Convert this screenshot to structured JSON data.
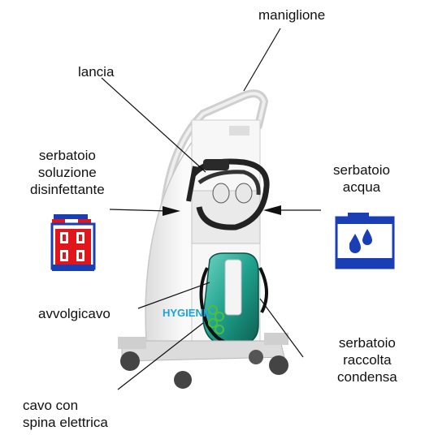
{
  "labels": {
    "maniglione": "maniglione",
    "lancia": "lancia",
    "serbatoio_disinf": [
      "serbatoio",
      "soluzione",
      "disinfettante"
    ],
    "serbatoio_acqua": [
      "serbatoio",
      "acqua"
    ],
    "avvolgicavo": "avvolgicavo",
    "serbatoio_condensa": [
      "serbatoio",
      "raccolta",
      "condensa"
    ],
    "cavo": [
      "cavo con",
      "spina elettrica"
    ]
  },
  "brand": {
    "logo_text": "HYGIENIO"
  },
  "colors": {
    "disinfectant_icon": "#e0161b",
    "water_icon": "#1a3fb5",
    "teal_tank": "#1fa08c",
    "machine_body": "#f4f4f4"
  },
  "icons": {
    "left_tank": "disinfectant-tank-icon",
    "right_tank": "water-tank-icon"
  }
}
